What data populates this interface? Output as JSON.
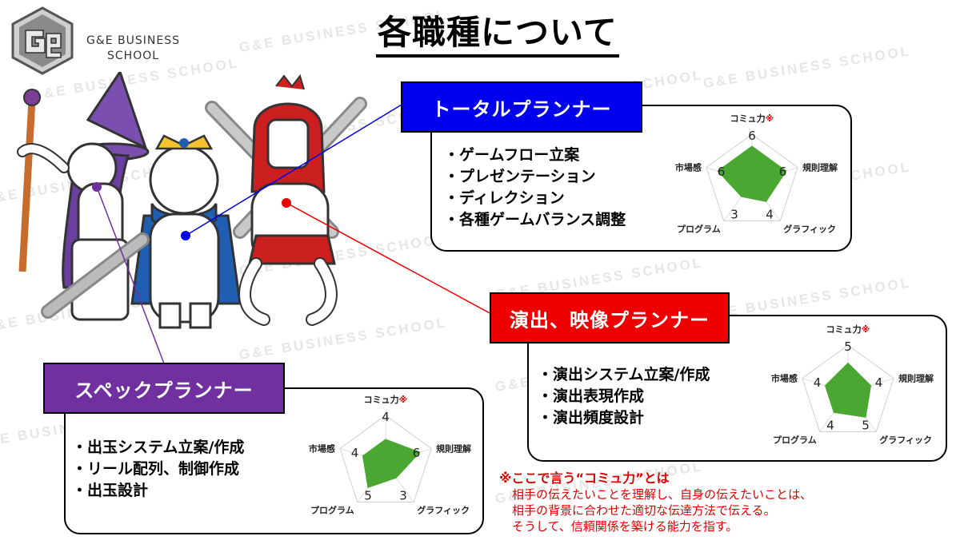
{
  "logo": {
    "line1": "G&E BUSINESS",
    "line2": "SCHOOL"
  },
  "watermark": "G&E BUSINESS SCHOOL",
  "title": "各職種について",
  "radar_axes": [
    "コミュ力",
    "規則理解",
    "グラフィック",
    "プログラム",
    "市場感"
  ],
  "radar_mark": "※",
  "radar_max": 8,
  "colors": {
    "total": "#0000ee",
    "direction": "#ee0000",
    "spec": "#7030a0",
    "fill": "#4aa832",
    "note": "#e00000"
  },
  "cards": {
    "total": {
      "label": "トータルプランナー",
      "bullets": [
        "ゲームフロー立案",
        "プレゼンテーション",
        "ディレクション",
        "各種ゲームバランス調整"
      ],
      "values": [
        6,
        6,
        4,
        3,
        6
      ]
    },
    "direction": {
      "label": "演出、映像プランナー",
      "bullets": [
        "演出システム立案/作成",
        "演出表現作成",
        "演出頻度設計"
      ],
      "values": [
        5,
        4,
        5,
        4,
        4
      ]
    },
    "spec": {
      "label": "スペックプランナー",
      "bullets": [
        "出玉システム立案/作成",
        "リール配列、制御作成",
        "出玉設計"
      ],
      "values": [
        4,
        6,
        3,
        5,
        4
      ]
    }
  },
  "note": {
    "title": "※ここで言う“コミュ力”とは",
    "lines": [
      "相手の伝えたいことを理解し、自身の伝えたいことは、",
      "相手の背景に合わせた適切な伝達方法で伝える。",
      "そうして、信頼関係を築ける能力を指す。"
    ]
  }
}
